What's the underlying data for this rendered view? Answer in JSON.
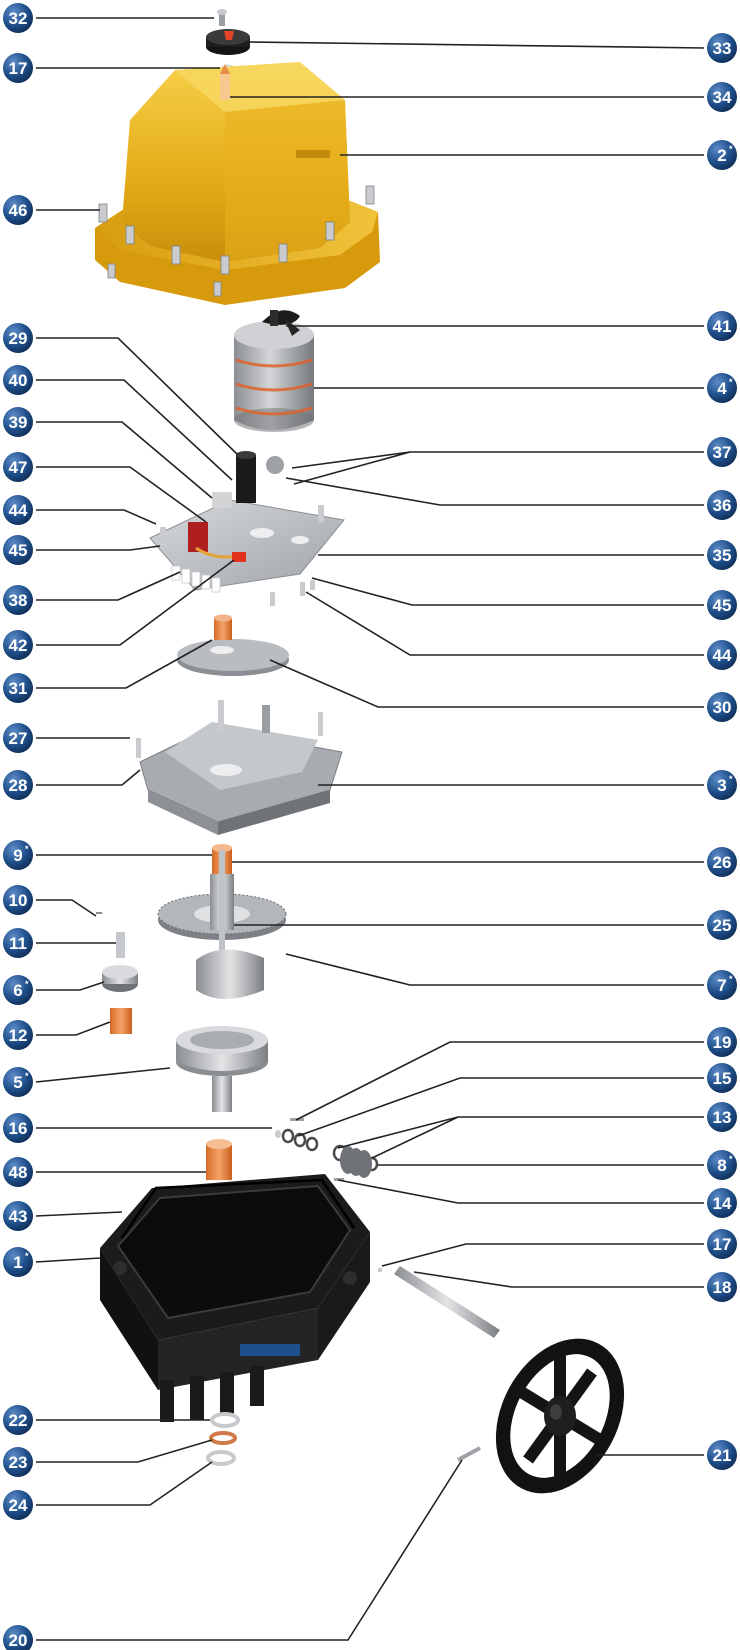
{
  "callouts": [
    {
      "id": "c32",
      "label": "32"
    },
    {
      "id": "c17a",
      "label": "17"
    },
    {
      "id": "c46",
      "label": "46"
    },
    {
      "id": "c33",
      "label": "33"
    },
    {
      "id": "c34",
      "label": "34"
    },
    {
      "id": "c2",
      "label": "2",
      "mark": "*"
    },
    {
      "id": "c29",
      "label": "29"
    },
    {
      "id": "c40",
      "label": "40"
    },
    {
      "id": "c39",
      "label": "39"
    },
    {
      "id": "c47",
      "label": "47"
    },
    {
      "id": "c44a",
      "label": "44"
    },
    {
      "id": "c45a",
      "label": "45"
    },
    {
      "id": "c38",
      "label": "38"
    },
    {
      "id": "c42",
      "label": "42"
    },
    {
      "id": "c31",
      "label": "31"
    },
    {
      "id": "c41",
      "label": "41"
    },
    {
      "id": "c4",
      "label": "4",
      "mark": "*"
    },
    {
      "id": "c37",
      "label": "37"
    },
    {
      "id": "c36",
      "label": "36"
    },
    {
      "id": "c35",
      "label": "35"
    },
    {
      "id": "c45b",
      "label": "45"
    },
    {
      "id": "c44b",
      "label": "44"
    },
    {
      "id": "c30",
      "label": "30"
    },
    {
      "id": "c27",
      "label": "27"
    },
    {
      "id": "c28",
      "label": "28"
    },
    {
      "id": "c3",
      "label": "3",
      "mark": "*"
    },
    {
      "id": "c9",
      "label": "9",
      "mark": "*"
    },
    {
      "id": "c10",
      "label": "10"
    },
    {
      "id": "c11",
      "label": "11"
    },
    {
      "id": "c6",
      "label": "6",
      "mark": "*"
    },
    {
      "id": "c12",
      "label": "12"
    },
    {
      "id": "c5",
      "label": "5",
      "mark": "*"
    },
    {
      "id": "c16",
      "label": "16"
    },
    {
      "id": "c48",
      "label": "48"
    },
    {
      "id": "c43",
      "label": "43"
    },
    {
      "id": "c1",
      "label": "1",
      "mark": "*"
    },
    {
      "id": "c26",
      "label": "26"
    },
    {
      "id": "c25",
      "label": "25"
    },
    {
      "id": "c7",
      "label": "7",
      "mark": "*"
    },
    {
      "id": "c19",
      "label": "19"
    },
    {
      "id": "c15",
      "label": "15"
    },
    {
      "id": "c13",
      "label": "13"
    },
    {
      "id": "c8",
      "label": "8",
      "mark": "*"
    },
    {
      "id": "c14",
      "label": "14"
    },
    {
      "id": "c17b",
      "label": "17"
    },
    {
      "id": "c18",
      "label": "18"
    },
    {
      "id": "c22",
      "label": "22"
    },
    {
      "id": "c23",
      "label": "23"
    },
    {
      "id": "c24",
      "label": "24"
    },
    {
      "id": "c20",
      "label": "20"
    },
    {
      "id": "c21",
      "label": "21"
    }
  ],
  "colors": {
    "badge": "#1f4f8a",
    "cover": "#e8b21a",
    "housing": "#1b1b1b",
    "aluminium": "#b9bcc0",
    "orange": "#e98a45"
  },
  "parts": {
    "cover": "cover",
    "motor": "motor",
    "gear": "gear",
    "housing": "housing",
    "handwheel": "handwheel"
  }
}
